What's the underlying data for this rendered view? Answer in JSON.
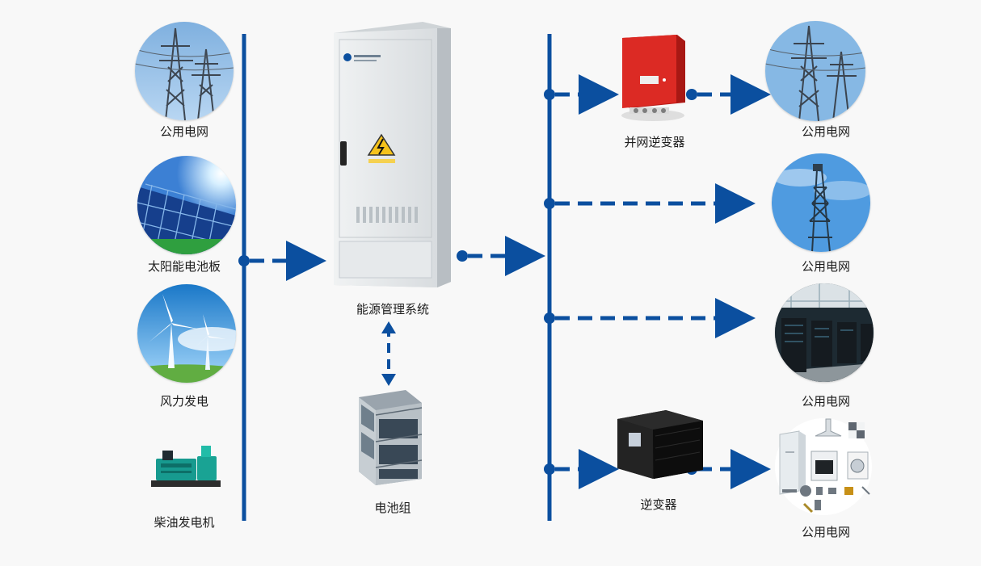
{
  "left_sources": {
    "grid_label": "公用电网",
    "solar_label": "太阳能电池板",
    "wind_label": "风力发电",
    "diesel_label": "柴油发电机"
  },
  "center": {
    "ems_label": "能源管理系统",
    "battery_label": "电池组"
  },
  "right_outputs": {
    "grid_tie_inverter_label": "并网逆变器",
    "inverter_label": "逆变器",
    "out_1_label": "公用电网",
    "out_2_label": "公用电网",
    "out_3_label": "公用电网",
    "out_4_label": "公用电网"
  },
  "colors": {
    "bus_blue": "#0b4f9f",
    "background": "#f8f8f8",
    "inverter_red": "#d62520",
    "cabinet_gray": "#dfe3e6"
  },
  "icons": {
    "grid": "transmission-tower",
    "solar": "solar-panel",
    "wind": "wind-turbine",
    "diesel": "diesel-generator",
    "ems": "electrical-cabinet",
    "battery": "battery-rack",
    "tower": "communication-tower",
    "datacenter": "server-room",
    "appliances": "home-appliances"
  }
}
